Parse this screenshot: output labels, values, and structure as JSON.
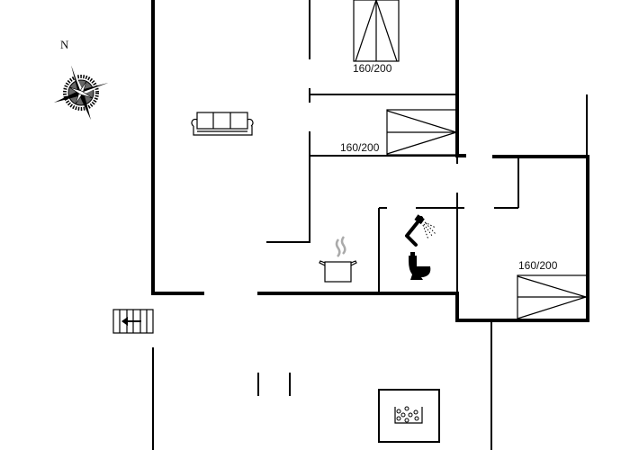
{
  "floorplan": {
    "compass": {
      "label": "N",
      "icon": "compass-rose-icon"
    },
    "beds": [
      {
        "label": "160/200",
        "room": "bedroom-top"
      },
      {
        "label": "160/200",
        "room": "bedroom-middle"
      },
      {
        "label": "160/200",
        "room": "bedroom-right"
      }
    ],
    "icons": {
      "sofa": "sofa-icon",
      "stove": "cooking-pot-icon",
      "shower": "shower-icon",
      "toilet": "toilet-icon",
      "stairs": "stairs-icon",
      "hot_tub": "hot-tub-icon"
    },
    "colors": {
      "wall": "#000000",
      "background": "#ffffff",
      "steam": "#aaaaaa"
    }
  }
}
